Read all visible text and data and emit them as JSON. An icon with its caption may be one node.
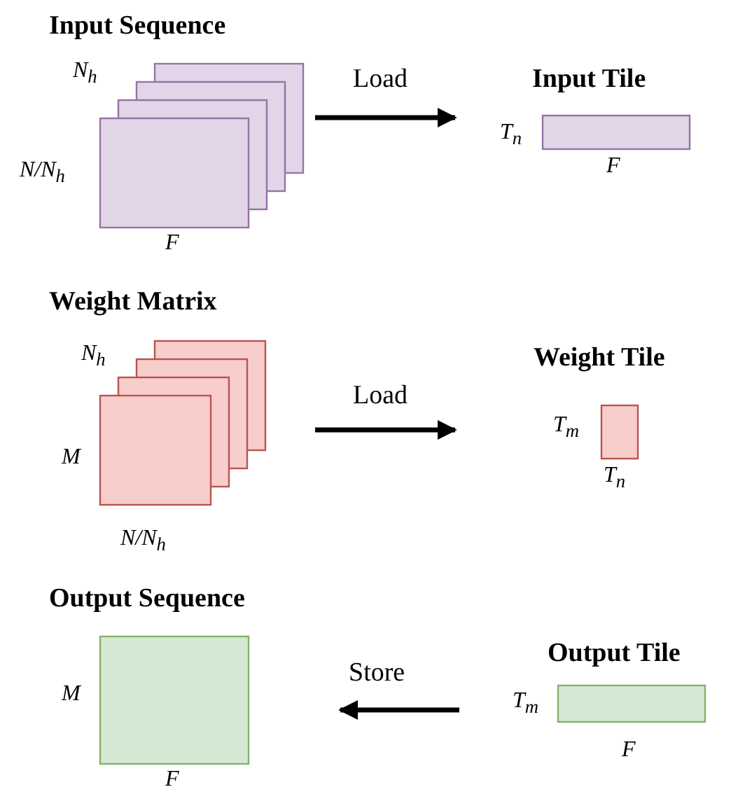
{
  "diagram": {
    "nodes": [
      {
        "text": [
          "Input Sequence"
        ],
        "beside": [
          "N/N$_{h}$",
          "F"
        ]
      },
      {
        "text": [
          "Input Tile"
        ],
        "beside": [
          "T$_{n}$",
          "F"
        ]
      },
      {
        "text": [
          "Weight Matrix"
        ],
        "beside": [
          "N/N$_{h}$"
        ]
      },
      {
        "text": [
          "Weight Tile"
        ],
        "beside": [
          "T$_{m}$",
          "T$_{n}$"
        ]
      },
      {
        "text": [
          "Output Sequence"
        ],
        "beside": [
          "M",
          "F"
        ]
      },
      {
        "text": [
          "Output Tile"
        ],
        "beside": [
          "T$_{m}$",
          "F"
        ]
      }
    ],
    "edges": [
      {
        "from": 0,
        "to": 1,
        "arrow": "to",
        "label": "Load"
      },
      {
        "from": 2,
        "to": 3,
        "arrow": "to",
        "label": "Load"
      },
      {
        "from": 5,
        "to": 4,
        "arrow": "to",
        "label": "Store"
      }
    ],
    "labels": [
      "N$_{h}$",
      "N$_{h}$",
      "M"
    ]
  }
}
